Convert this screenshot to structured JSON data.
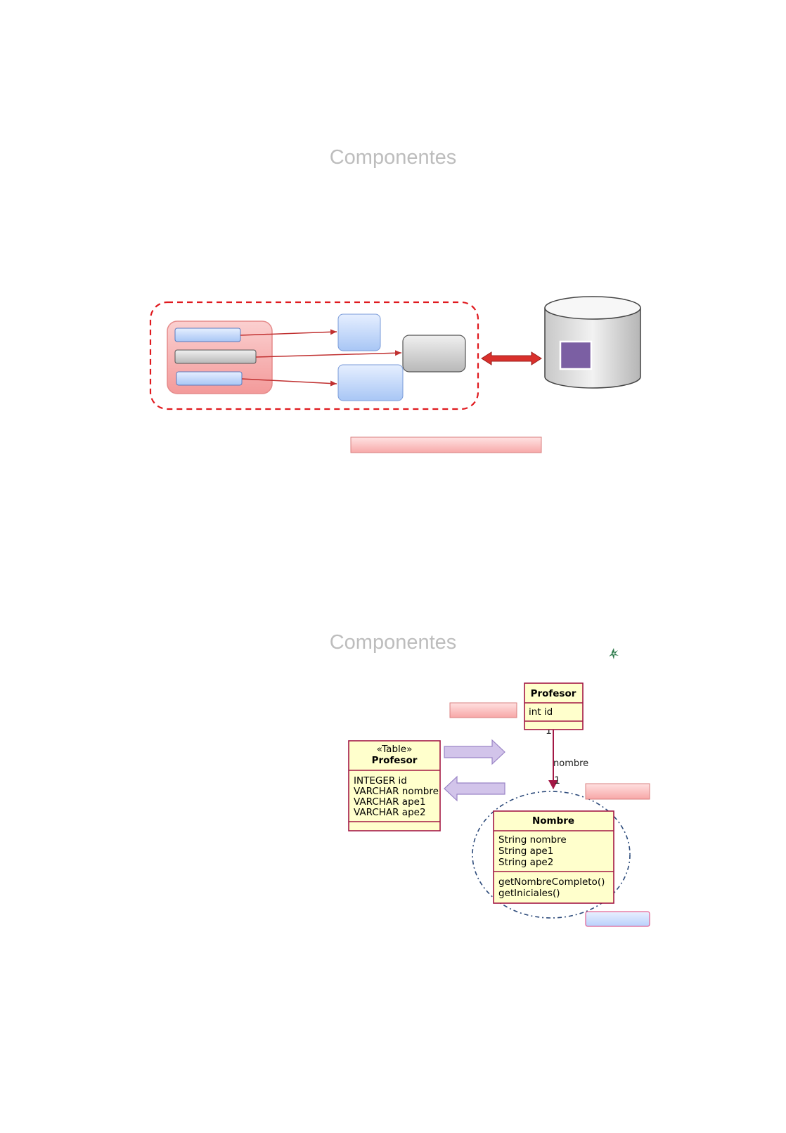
{
  "slide1": {
    "title": "Componentes"
  },
  "slide2": {
    "title": "Componentes",
    "entity_profesor": {
      "name": "Profesor",
      "attributes": [
        "int id"
      ]
    },
    "table_profesor": {
      "stereotype": "«Table»",
      "name": "Profesor",
      "columns": [
        "INTEGER id",
        "VARCHAR nombre",
        "VARCHAR ape1",
        "VARCHAR ape2"
      ]
    },
    "embeddable_nombre": {
      "name": "Nombre",
      "attributes": [
        "String nombre",
        "String ape1",
        "String ape2"
      ],
      "methods": [
        "getNombreCompleto()",
        "getIniciales()"
      ]
    },
    "association": {
      "source_multiplicity": "1",
      "role": "nombre",
      "target_multiplicity": "1"
    }
  },
  "colors": {
    "title_gray": "#bdbdbd",
    "dashed_red": "#e0191e",
    "pink_panel": "#f6a9a9",
    "blue_box": "#cfe0ff",
    "gray_box": "#cfcfcf",
    "purple_square": "#7b5fa3",
    "uml_fill": "#ffffcc",
    "uml_border": "#a31845",
    "lavender_arrow": "#d2c4ea",
    "navy_dashdot": "#2c4a7a"
  }
}
